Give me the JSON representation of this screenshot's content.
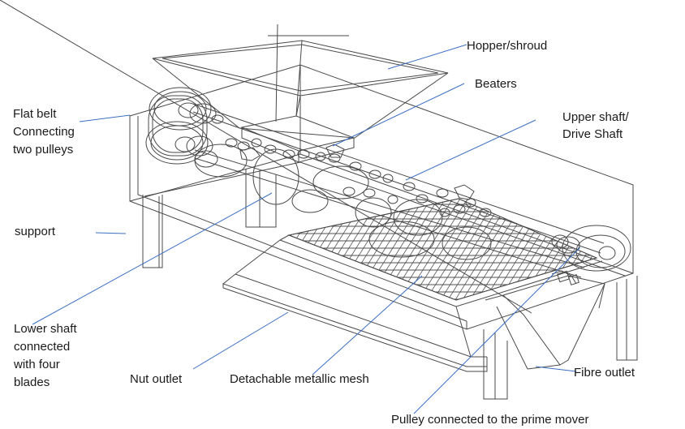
{
  "diagram": {
    "labels": {
      "hopper": "Hopper/shroud",
      "beaters": "Beaters",
      "upper_shaft_1": "Upper shaft/",
      "upper_shaft_2": "Drive Shaft",
      "flat_belt_1": "Flat belt",
      "flat_belt_2": "Connecting",
      "flat_belt_3": "two pulleys",
      "support": "support",
      "lower_shaft_1": "Lower shaft",
      "lower_shaft_2": "connected",
      "lower_shaft_3": "with four",
      "lower_shaft_4": "blades",
      "nut_outlet": "Nut outlet",
      "mesh": "Detachable metallic mesh",
      "fibre_outlet": "Fibre outlet",
      "pulley_prime": "Pulley connected to the prime mover"
    },
    "colors": {
      "outline": "#4a4a4a",
      "leader": "#3b6fc2",
      "text": "#1a1a1a"
    }
  }
}
